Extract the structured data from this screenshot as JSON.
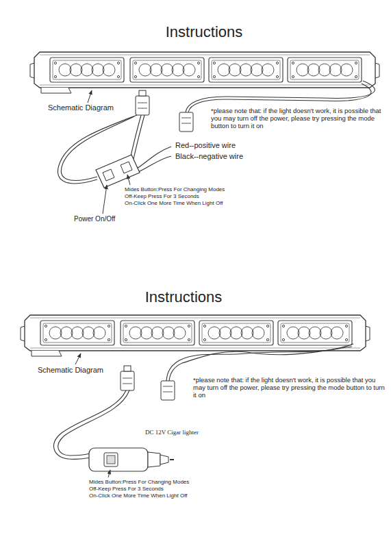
{
  "diagram": {
    "title": "Instructions",
    "labels": [
      "Schematic Diagram",
      "*please note that: if the light doesn't work, it is possible that you may turn off the power, please try pressing the mode button to turn it on",
      "Red--positive wire",
      "Black--negative wire",
      "Mides Button:Press For Changing Modes",
      "Off-Keep Press For 3 Seconds",
      "On-Click One More Time When Light Off",
      "Power On/Off",
      "Instructions",
      "Schematic Diagram",
      "*please note that: if the light doesn't work, it is possible that you may turn off the power, please try pressing the mode button to turn it on",
      "DC 12V Cigar lighter",
      "Mides Button:Press For Changing Modes",
      "Off-Keep Press For 3 Seconds",
      "On-Click One More Time When Light Off"
    ]
  }
}
